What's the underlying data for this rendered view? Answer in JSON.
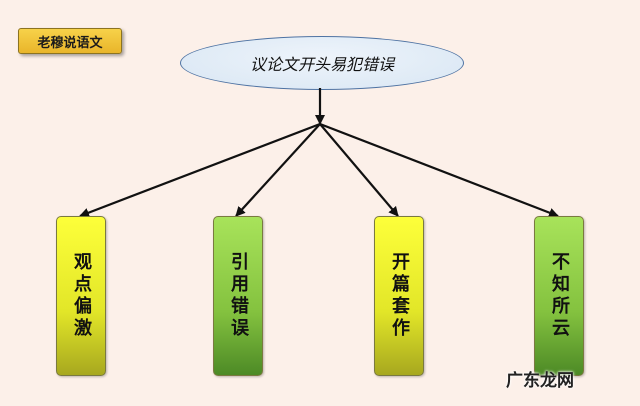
{
  "badge": {
    "label": "老穆说语文"
  },
  "center": {
    "title": "议论文开头易犯错误"
  },
  "boxes": [
    {
      "label": "观点偏激",
      "color": "yellow"
    },
    {
      "label": "引用错误",
      "color": "green"
    },
    {
      "label": "开篇套作",
      "color": "yellow"
    },
    {
      "label": "不知所云",
      "color": "green"
    }
  ],
  "watermark": {
    "text": "广东龙网"
  }
}
